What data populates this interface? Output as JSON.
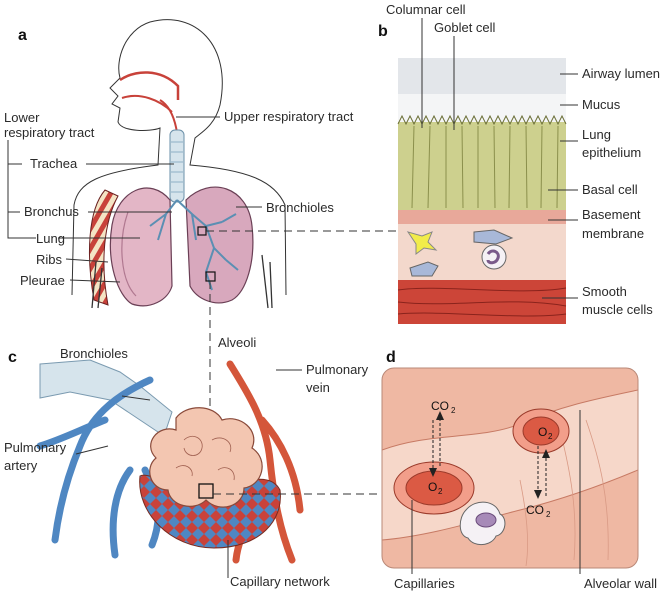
{
  "panels": {
    "a": "a",
    "b": "b",
    "c": "c",
    "d": "d"
  },
  "labels_a": {
    "upper_tract": "Upper respiratory tract",
    "lower_tract_1": "Lower",
    "lower_tract_2": "respiratory tract",
    "trachea": "Trachea",
    "bronchus": "Bronchus",
    "lung": "Lung",
    "ribs": "Ribs",
    "pleurae": "Pleurae",
    "bronchioles": "Bronchioles",
    "alveoli": "Alveoli"
  },
  "labels_b": {
    "columnar": "Columnar cell",
    "goblet": "Goblet cell",
    "lumen": "Airway lumen",
    "mucus": "Mucus",
    "epi_1": "Lung",
    "epi_2": "epithelium",
    "basal": "Basal cell",
    "bm_1": "Basement",
    "bm_2": "membrane",
    "sm_1": "Smooth",
    "sm_2": "muscle cells"
  },
  "labels_c": {
    "bronchioles": "Bronchioles",
    "pv_1": "Pulmonary",
    "pv_2": "vein",
    "pa_1": "Pulmonary",
    "pa_2": "artery",
    "capillary": "Capillary network"
  },
  "labels_d": {
    "co2_top": "CO",
    "co2_top_sub": "2",
    "o2_left": "O",
    "o2_left_sub": "2",
    "o2_right": "O",
    "o2_right_sub": "2",
    "co2_bot": "CO",
    "co2_bot_sub": "2",
    "capillaries": "Capillaries",
    "alveolar_wall": "Alveolar wall"
  },
  "colors": {
    "lung_pink": "#e3b6c6",
    "rib_red": "#c8423a",
    "epithelium": "#cdd08e",
    "membrane": "#f0c9bc",
    "muscle": "#cc4538",
    "artery_blue": "#4f87c2",
    "vein_red": "#d4563a",
    "alveolus": "#f3c6b1",
    "panel_d_bg": "#efb8a3"
  }
}
